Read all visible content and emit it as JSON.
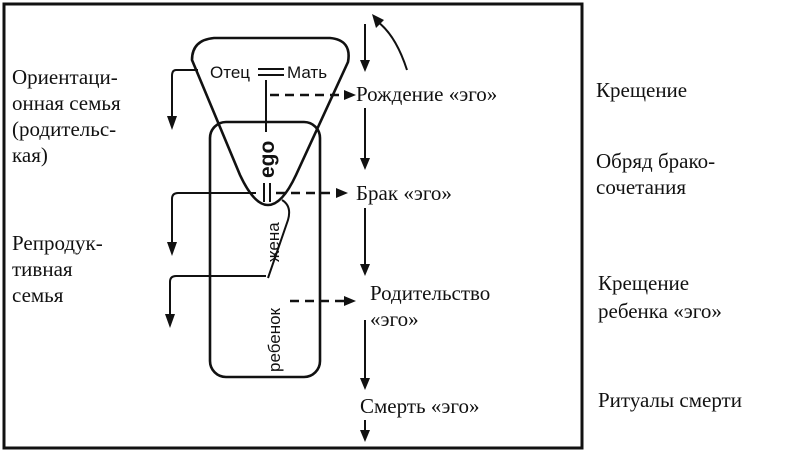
{
  "diagram": {
    "family_labels": {
      "orientation": [
        "Ориентаци-",
        "онная семья",
        "(родительс-",
        "кая)"
      ],
      "reproductive": [
        "Репродук-",
        "тивная",
        "семья"
      ]
    },
    "inner_labels": {
      "father": "Отец",
      "mother": "Мать",
      "ego": "ego",
      "wife": "жена",
      "child": "ребенок"
    },
    "stages": {
      "birth": "Рождение «эго»",
      "marriage": "Брак «эго»",
      "parenthood_line1": "Родительство",
      "parenthood_line2": "«эго»",
      "death": "Смерть «эго»"
    },
    "rituals": {
      "baptism": "Крещение",
      "wedding_line1": "Обряд брако-",
      "wedding_line2": "сочетания",
      "child_baptism_line1": "Крещение",
      "child_baptism_line2": "ребенка «эго»",
      "death_rituals": "Ритуалы смерти"
    }
  }
}
